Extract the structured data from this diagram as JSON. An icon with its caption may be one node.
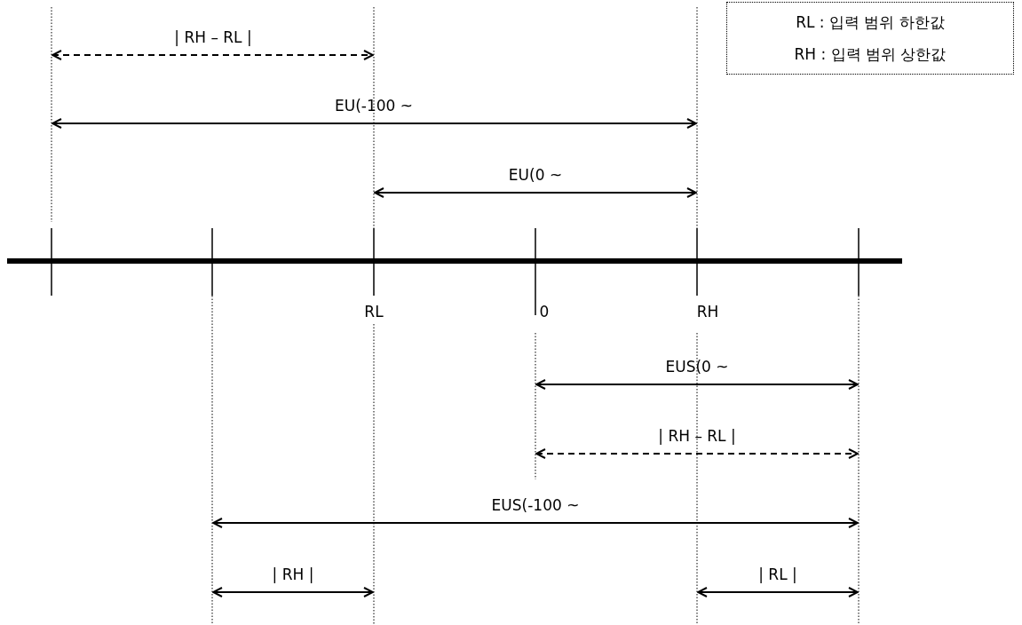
{
  "diagram": {
    "nodes": [
      {
        "text": [
          "RL : 입력 범위 하한값",
          "RH : 입력 범위 상한값"
        ]
      }
    ],
    "labels": [
      "| RH – RL |",
      "EU(-100 ~",
      "EU(0 ~",
      "RL",
      "0",
      "RH",
      "EUS(0 ~",
      "| RH – RL |",
      "EUS(-100 ~",
      "| RH |",
      "| RL |"
    ]
  }
}
